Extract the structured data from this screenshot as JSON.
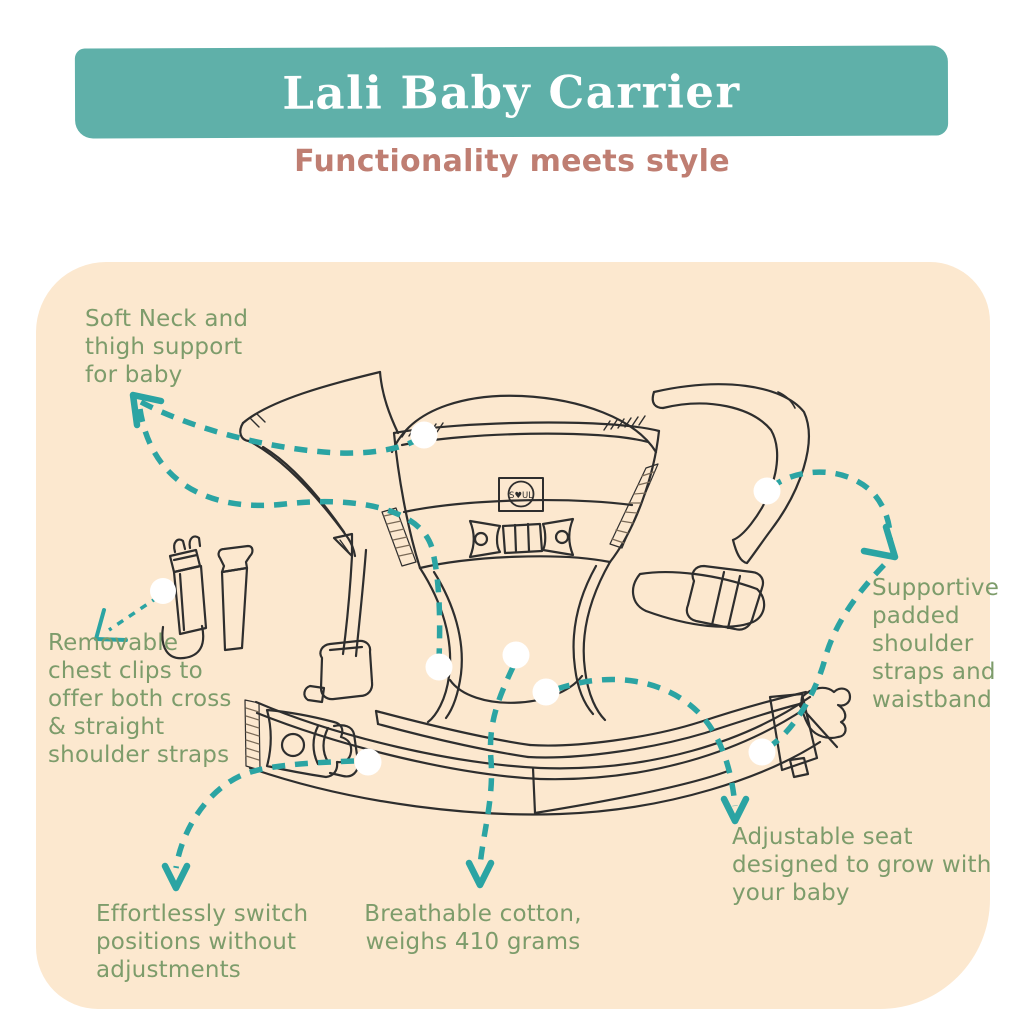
{
  "header": {
    "title": "Lali Baby Carrier",
    "subtitle": "Functionality meets style"
  },
  "colors": {
    "banner_teal": "#5fb0a9",
    "subtitle_rose": "#bf7e72",
    "annotation_green": "#7d9c6b",
    "connector_teal": "#2ba4a3",
    "panel_peach": "#fce8cf",
    "line_art_ink": "#2e2e2e",
    "connector_dot": "#ffffff"
  },
  "illustration": {
    "name": "baby-carrier-line-drawing",
    "logo_text": "S♥UL"
  },
  "annotations": {
    "soft_neck": {
      "text": "Soft Neck and thigh support for baby",
      "lines": [
        "Soft Neck and",
        "thigh support",
        "for baby"
      ]
    },
    "chest_clips": {
      "text": "Removable chest clips to offer both cross & straight shoulder straps",
      "lines": [
        "Removable",
        "chest clips to",
        "offer both cross",
        "& straight",
        "shoulder straps"
      ]
    },
    "shoulder_straps": {
      "text": "Supportive padded shoulder straps and waistband",
      "lines": [
        "Supportive",
        "padded",
        "shoulder",
        "straps and",
        "waistband"
      ]
    },
    "adjustable_seat": {
      "text": "Adjustable seat designed to grow with your baby",
      "lines": [
        "Adjustable seat",
        "designed to grow with",
        "your baby"
      ]
    },
    "breathable": {
      "text": "Breathable cotton, weighs 410 grams",
      "lines": [
        "Breathable cotton,",
        "weighs 410 grams"
      ]
    },
    "switch_positions": {
      "text": "Effortlessly switch positions without adjustments",
      "lines": [
        "Effortlessly switch",
        "positions without",
        "adjustments"
      ]
    }
  }
}
